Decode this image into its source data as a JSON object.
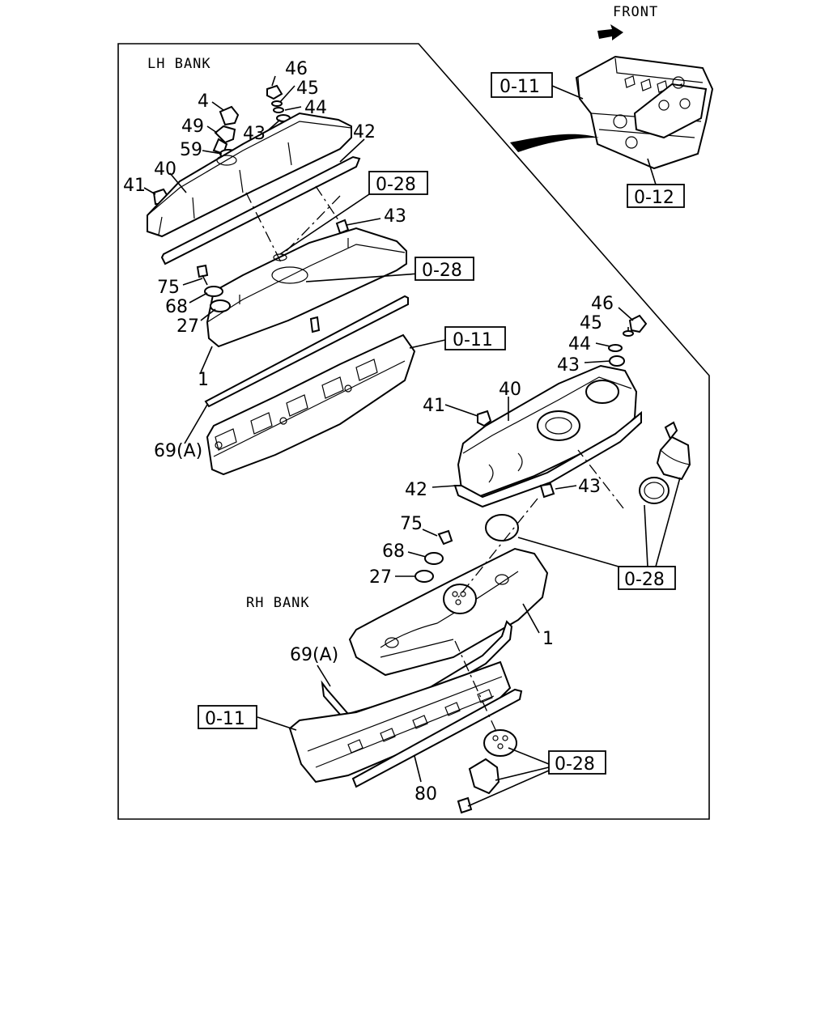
{
  "header": {
    "front_label": "FRONT"
  },
  "sections": {
    "lh_bank": "LH BANK",
    "rh_bank": "RH BANK"
  },
  "refs": {
    "r011_top": "0-11",
    "r012": "0-12",
    "r028_a": "0-28",
    "r028_b": "0-28",
    "r011_mid": "0-11",
    "r028_c": "0-28",
    "r011_bot": "0-11",
    "r028_d": "0-28"
  },
  "lh_parts": {
    "p46": "46",
    "p45": "45",
    "p44": "44",
    "p4": "4",
    "p49": "49",
    "p43a": "43",
    "p42": "42",
    "p59": "59",
    "p40": "40",
    "p41": "41",
    "p43b": "43",
    "p75": "75",
    "p68": "68",
    "p27": "27",
    "p1": "1",
    "p69": "69(A)"
  },
  "rh_parts": {
    "p46": "46",
    "p45": "45",
    "p44": "44",
    "p43a": "43",
    "p40": "40",
    "p41": "41",
    "p42": "42",
    "p43b": "43",
    "p75": "75",
    "p68": "68",
    "p27": "27",
    "p1": "1",
    "p69": "69(A)",
    "p80": "80"
  }
}
